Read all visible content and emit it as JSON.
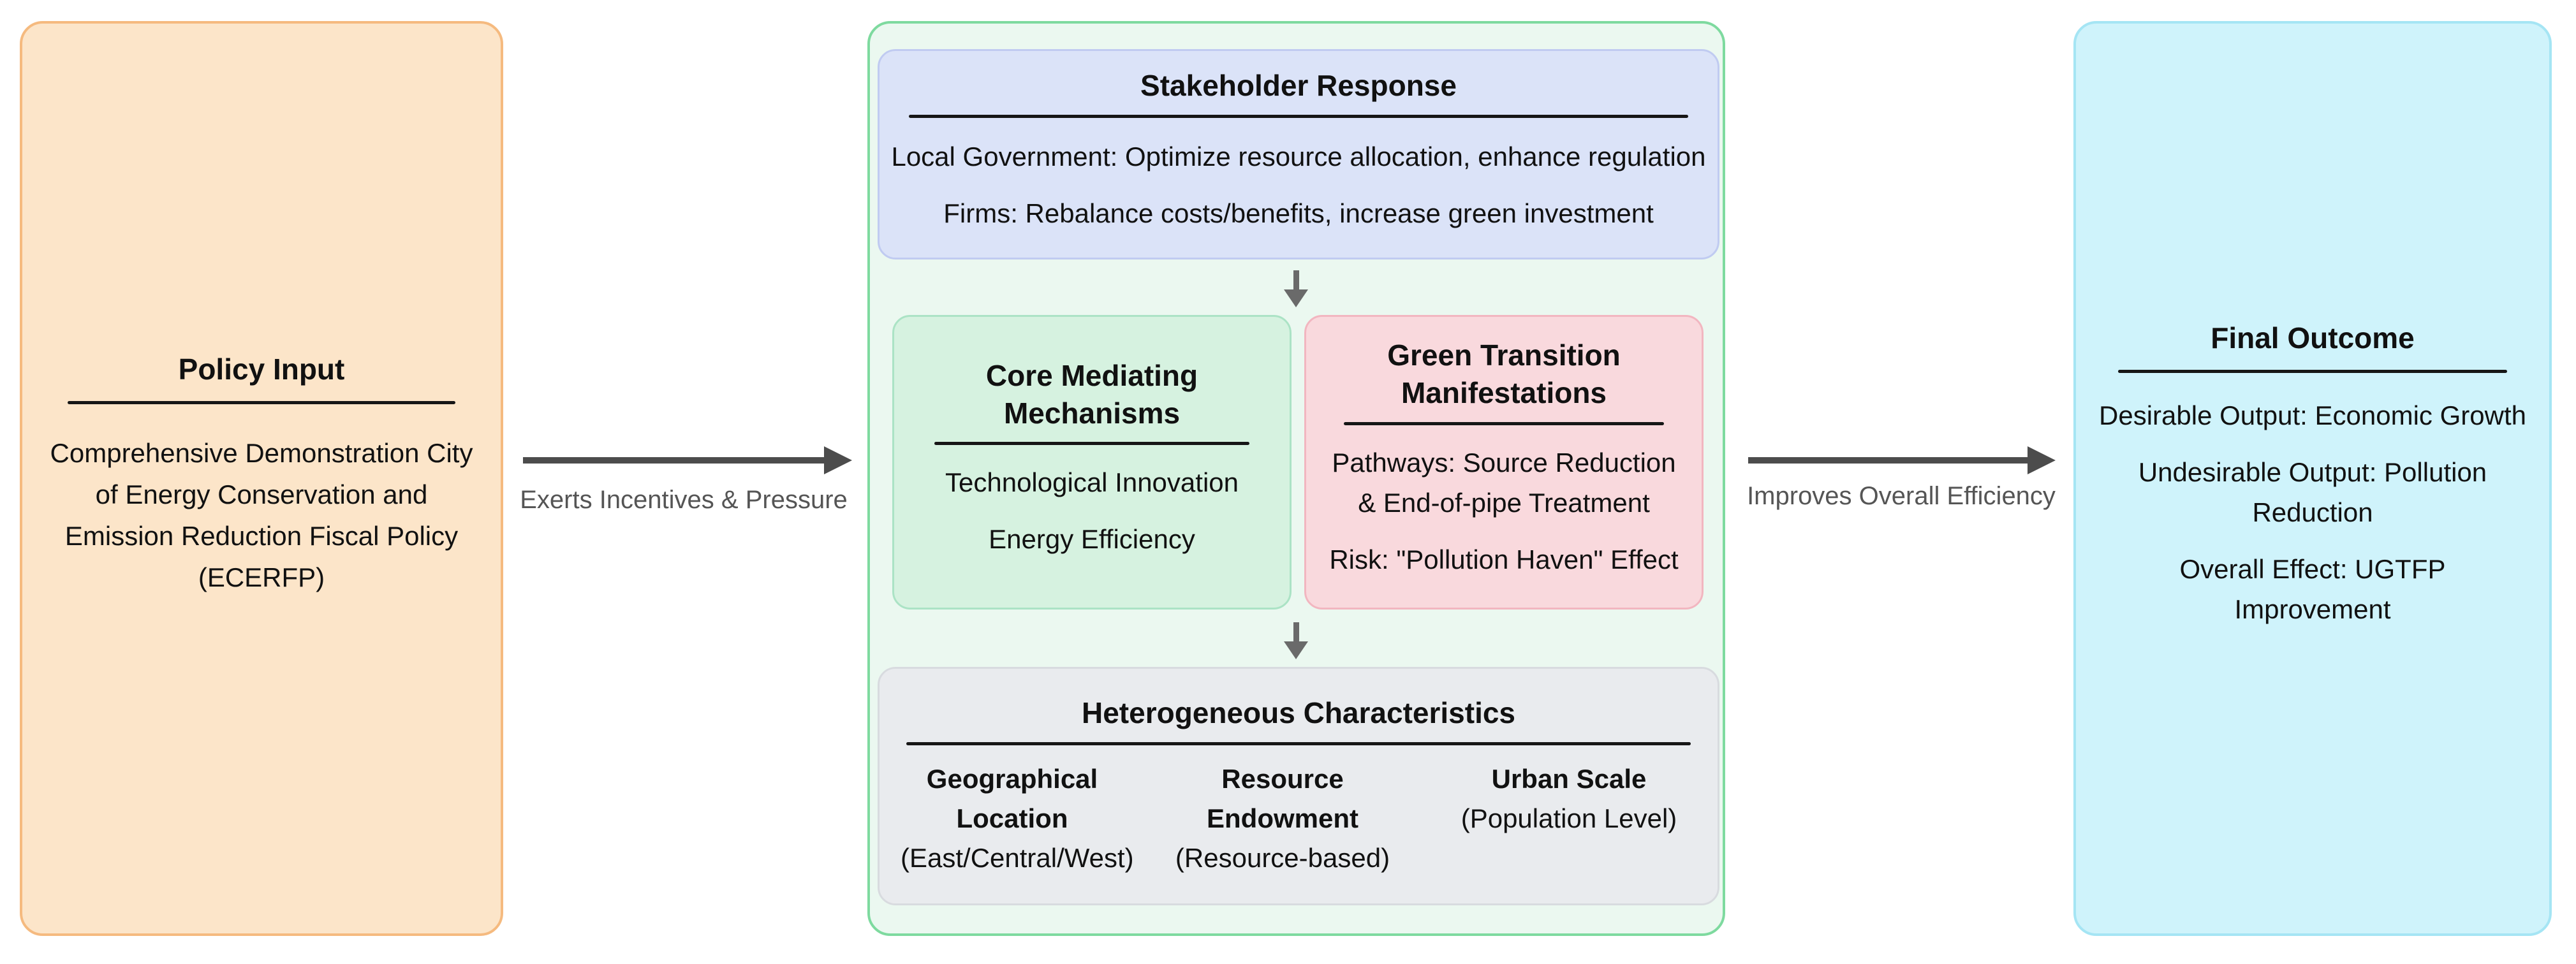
{
  "figure": {
    "policy_input": {
      "title": "Policy Input",
      "body": "Comprehensive Demonstration City of Energy Conservation and Emission Reduction Fiscal Policy (ECERFP)"
    },
    "arrows": {
      "left_label": "Exerts Incentives & Pressure",
      "right_label": "Improves Overall Efficiency"
    },
    "stakeholder": {
      "title": "Stakeholder Response",
      "lines": [
        "Local Government: Optimize resource allocation, enhance regulation",
        "Firms: Rebalance costs/benefits, increase green investment"
      ]
    },
    "core_mediating": {
      "title": "Core Mediating Mechanisms",
      "lines": [
        "Technological Innovation",
        "Energy Efficiency"
      ]
    },
    "green_transition": {
      "title": "Green Transition Manifestations",
      "lines": [
        "Pathways: Source Reduction & End-of-pipe Treatment",
        "Risk: \"Pollution Haven\" Effect"
      ]
    },
    "heterogeneous": {
      "title": "Heterogeneous Characteristics",
      "columns": [
        {
          "header": "Geographical Location",
          "sub": "(East/Central/West)"
        },
        {
          "header": "Resource Endowment",
          "sub": "(Resource-based)"
        },
        {
          "header": "Urban Scale",
          "sub": "(Population Level)"
        }
      ]
    },
    "final_outcome": {
      "title": "Final Outcome",
      "lines": [
        "Desirable Output: Economic Growth",
        "Undesirable Output: Pollution Reduction",
        "Overall Effect: UGTFP Improvement"
      ]
    },
    "colors": {
      "policy_fill": "#fce5c9",
      "policy_border": "#f5ba7f",
      "mechanism_fill": "#ebf8f0",
      "mechanism_border": "#7eda9f",
      "stakeholder_fill": "#dbe3f8",
      "stakeholder_border": "#c0cbf1",
      "core_fill": "#d6f2e0",
      "core_border": "#abe3c5",
      "transition_fill": "#f9d9dd",
      "transition_border": "#f2b6c0",
      "heterogeneous_fill": "#e9ebee",
      "heterogeneous_border": "#d8dbdf",
      "outcome_fill": "#cff3fb",
      "outcome_border": "#a5e5f4",
      "arrow": "#4c4c4c",
      "arrow_label": "#555555"
    }
  }
}
